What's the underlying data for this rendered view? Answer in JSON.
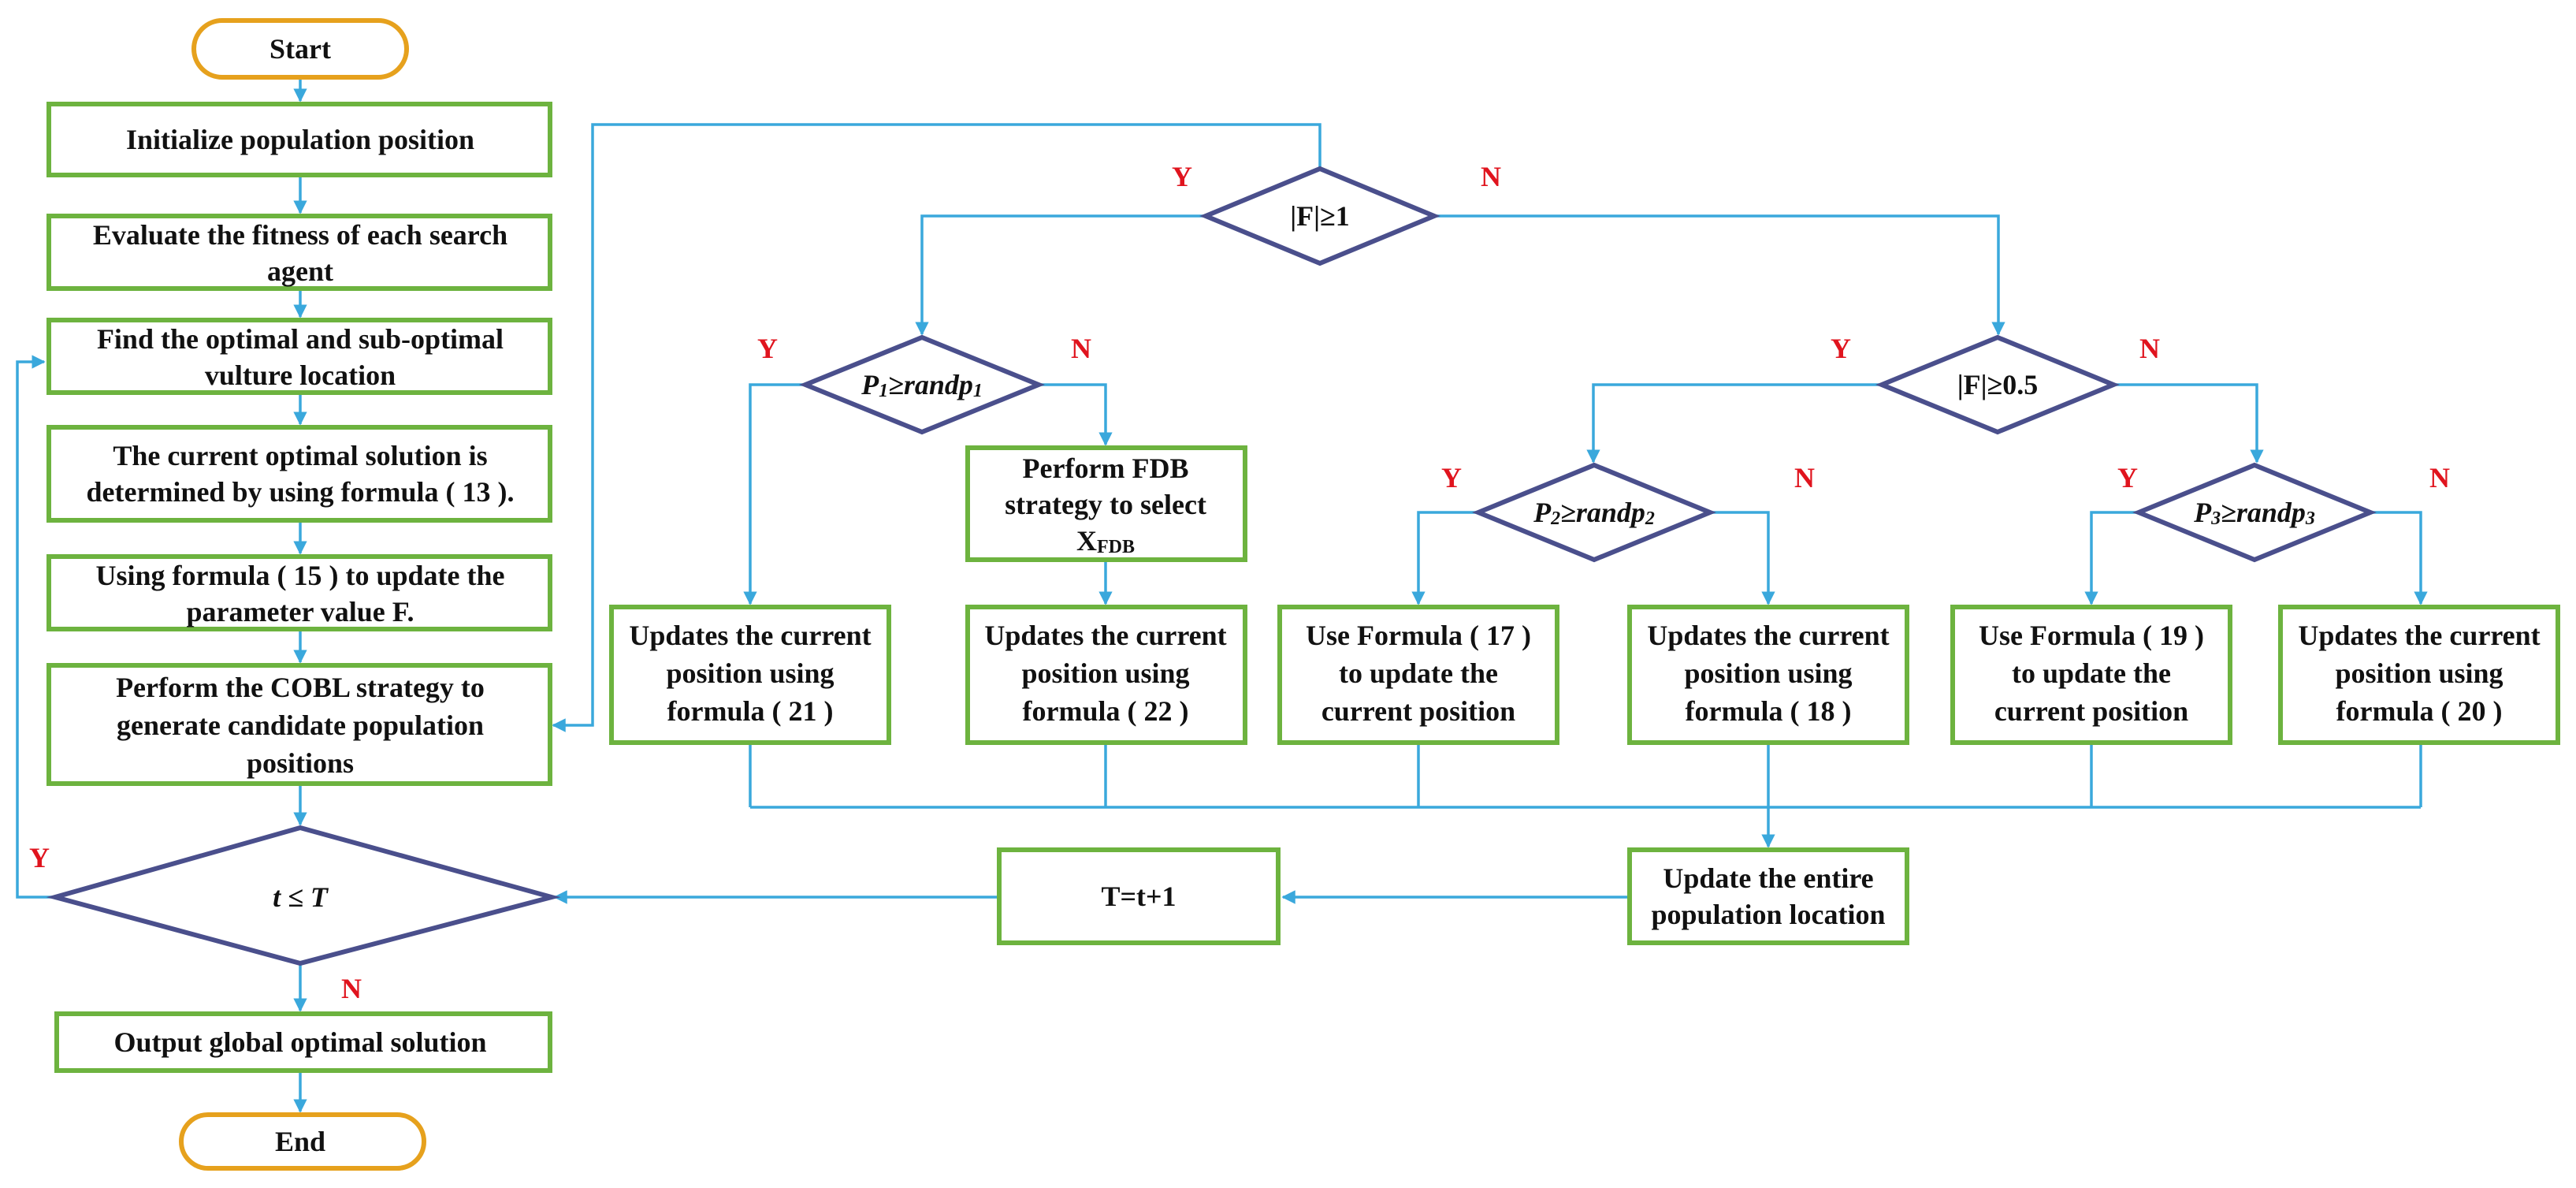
{
  "nodes": {
    "start": "Start",
    "init": "Initialize population position",
    "evaluate": [
      "Evaluate the fitness of each search",
      "agent"
    ],
    "find": [
      "Find the optimal and sub-optimal",
      "vulture location"
    ],
    "current_opt": [
      "The current optimal solution is",
      "determined by using formula ( 13 )."
    ],
    "update_f": [
      "Using formula ( 15 ) to update the",
      "parameter value F."
    ],
    "cobl": [
      "Perform the COBL strategy to",
      "generate candidate population",
      "positions"
    ],
    "loop_cond": "t ≤ T",
    "output": "Output global optimal solution",
    "end": "End",
    "dec_f1": "|F|≥1",
    "dec_p1": {
      "sym": "P",
      "sub": "1",
      "rest": "≥randp",
      "sub2": "1"
    },
    "dec_f05": "|F|≥0.5",
    "dec_p2": {
      "sym": "P",
      "sub": "2",
      "rest": "≥randp",
      "sub2": "2"
    },
    "dec_p3": {
      "sym": "P",
      "sub": "3",
      "rest": "≥randp",
      "sub2": "3"
    },
    "fdb": {
      "line1": "Perform FDB",
      "line2": "strategy to select",
      "x": "X",
      "xsub": "FDB"
    },
    "upd21": [
      "Updates the current",
      "position using",
      "formula ( 21 )"
    ],
    "upd22": [
      "Updates the current",
      "position using",
      "formula ( 22 )"
    ],
    "upd17": [
      "Use Formula ( 17 )",
      "to update the",
      "current position"
    ],
    "upd18": [
      "Updates the current",
      "position using",
      "formula ( 18 )"
    ],
    "upd19": [
      "Use Formula ( 19 )",
      "to update the",
      "current position"
    ],
    "upd20": [
      "Updates the current",
      "position using",
      "formula ( 20 )"
    ],
    "update_all": [
      "Update the entire",
      "population location"
    ],
    "t_inc": "T=t+1"
  },
  "branch_labels": {
    "yes": "Y",
    "no": "N"
  },
  "colors": {
    "process_border": "#6db33f",
    "terminal_border": "#e6a11d",
    "decision_border": "#4a4f8c",
    "connector": "#3aa8dc",
    "branch_label": "#e0141e"
  }
}
